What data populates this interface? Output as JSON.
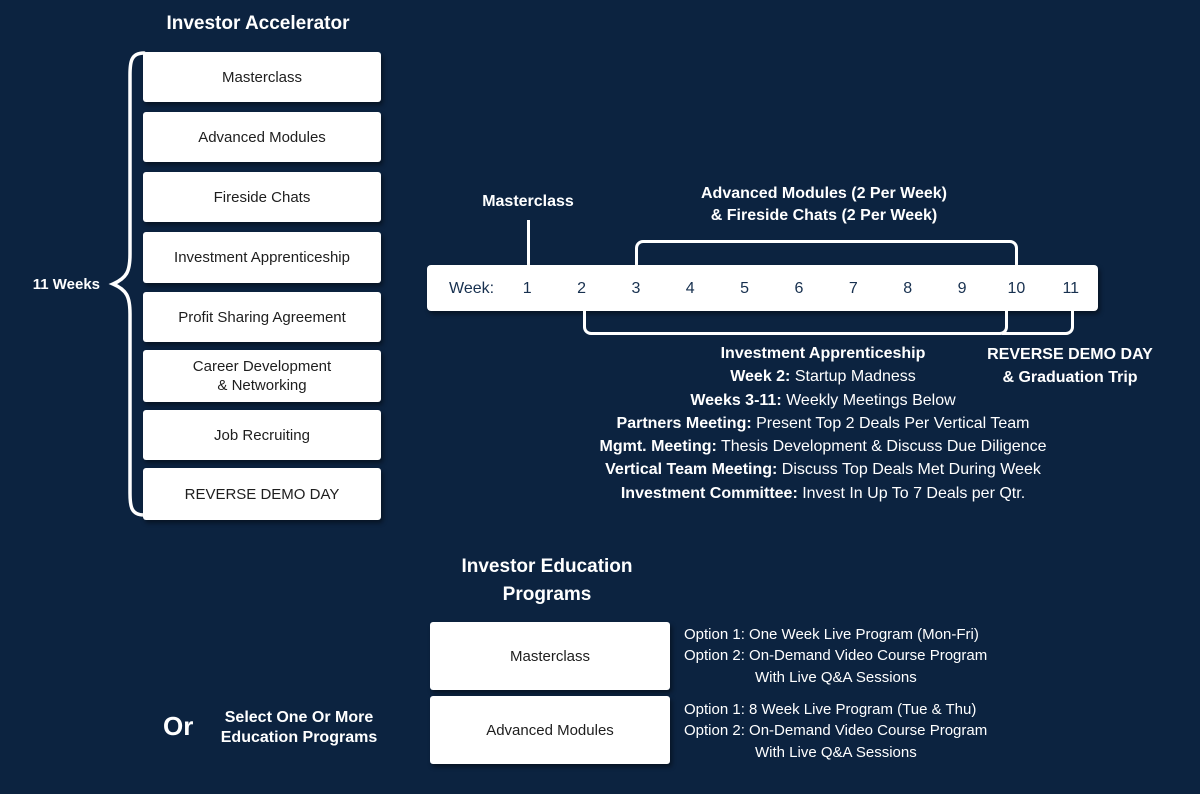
{
  "colors": {
    "background": "#0C2340",
    "box_fill": "#FFFFFF",
    "box_text": "#1E1E1E",
    "week_text": "#17304F",
    "line_color": "#FFFFFF"
  },
  "accelerator": {
    "title": "Investor Accelerator",
    "duration": "11 Weeks",
    "items": [
      {
        "line1": "Masterclass"
      },
      {
        "line1": "Advanced Modules"
      },
      {
        "line1": "Fireside Chats"
      },
      {
        "line1": "Investment Apprenticeship"
      },
      {
        "line1": "Profit Sharing Agreement"
      },
      {
        "line1": "Career Development",
        "line2": "& Networking"
      },
      {
        "line1": "Job Recruiting"
      },
      {
        "line1": "REVERSE DEMO DAY"
      }
    ]
  },
  "timeline": {
    "week_label": "Week:",
    "weeks": [
      "1",
      "2",
      "3",
      "4",
      "5",
      "6",
      "7",
      "8",
      "9",
      "10",
      "11"
    ],
    "masterclass_label": "Masterclass",
    "advanced_fireside": {
      "line1": "Advanced Modules (2 Per Week)",
      "line2": "& Fireside Chats (2 Per Week)"
    },
    "apprenticeship_lines": [
      {
        "bold": "Investment Apprenticeship",
        "rest": ""
      },
      {
        "bold": "Week 2:",
        "rest": " Startup Madness"
      },
      {
        "bold": "Weeks 3-11:",
        "rest": " Weekly Meetings Below"
      },
      {
        "bold": "Partners Meeting:",
        "rest": " Present Top 2 Deals Per Vertical Team"
      },
      {
        "bold": "Mgmt. Meeting:",
        "rest": " Thesis Development & Discuss Due Diligence"
      },
      {
        "bold": "Vertical Team Meeting:",
        "rest": " Discuss Top Deals Met During Week"
      },
      {
        "bold": "Investment Committee:",
        "rest": " Invest In Up To 7 Deals per Qtr."
      }
    ],
    "reverse_demo": {
      "line1": "REVERSE DEMO DAY",
      "line2": "& Graduation Trip"
    }
  },
  "education": {
    "title": {
      "line1": "Investor Education",
      "line2": "Programs"
    },
    "or_label": "Or",
    "select_label": {
      "line1": "Select One Or More",
      "line2": "Education Programs"
    },
    "programs": [
      {
        "name": "Masterclass",
        "option1": "Option 1: One Week Live Program (Mon-Fri)",
        "option2": "Option 2: On-Demand Video Course Program",
        "option3": "With Live Q&A Sessions"
      },
      {
        "name": "Advanced Modules",
        "option1": "Option 1: 8 Week Live Program (Tue & Thu)",
        "option2": "Option 2: On-Demand Video Course Program",
        "option3": "With Live Q&A Sessions"
      }
    ]
  }
}
